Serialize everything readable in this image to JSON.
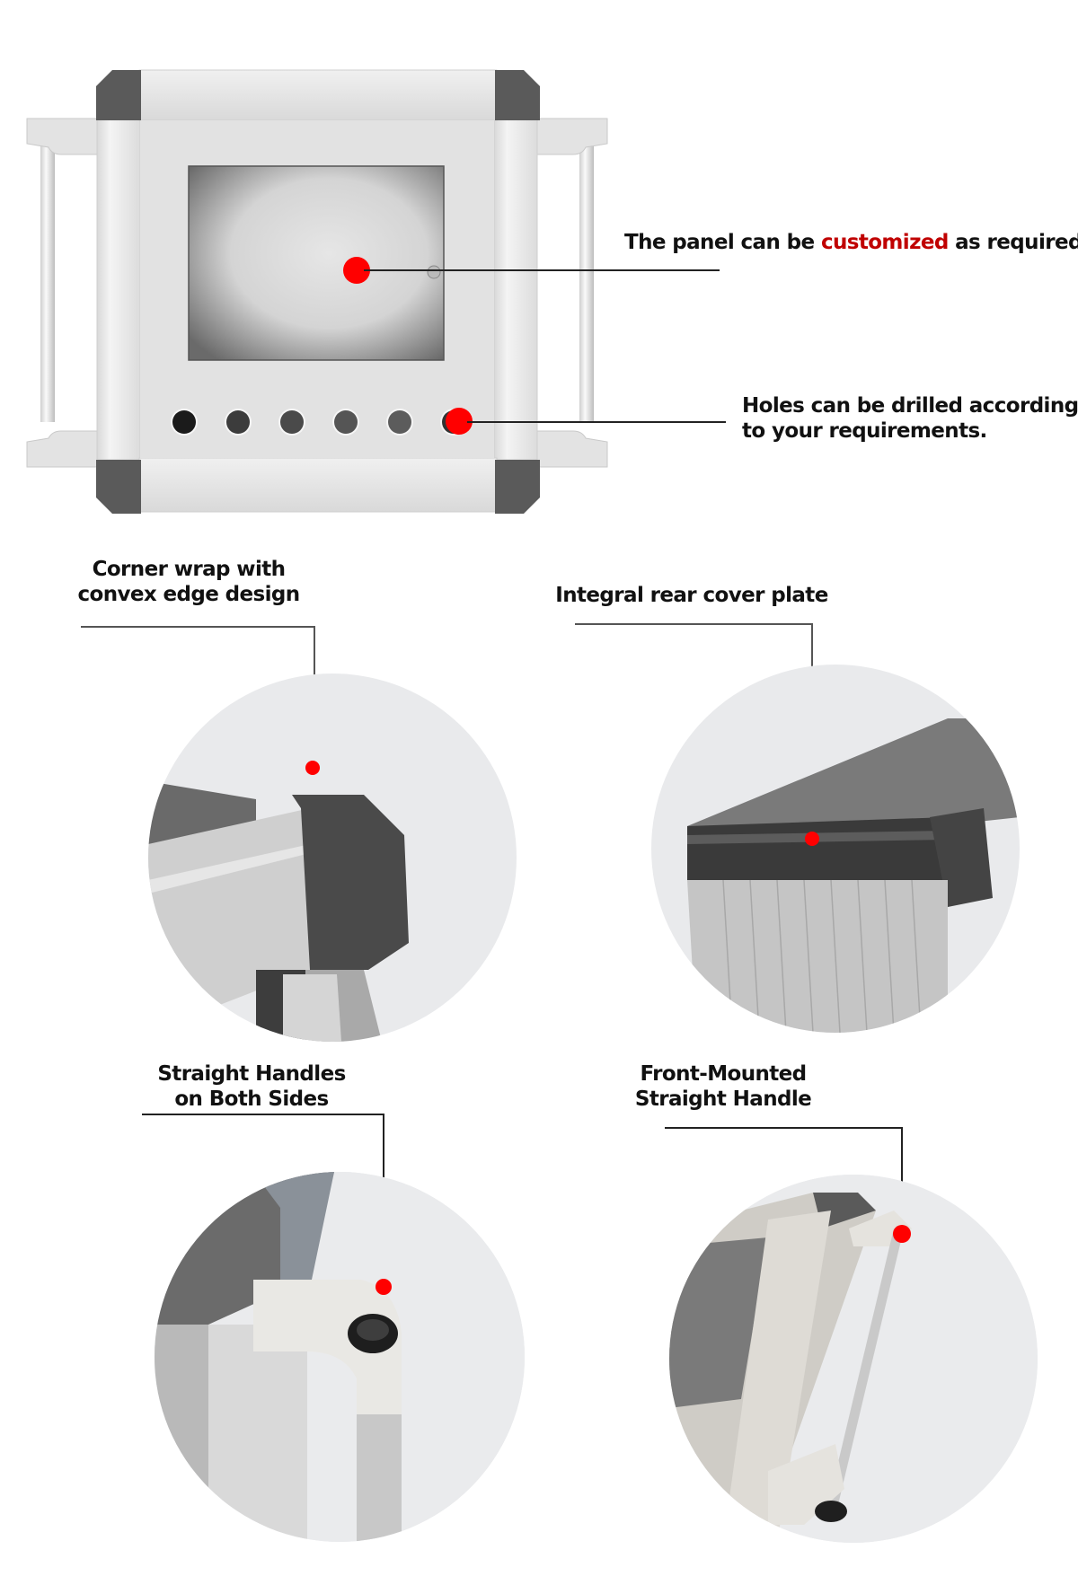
{
  "hero": {
    "callout_panel": {
      "text_before": "The panel can be ",
      "text_highlight": "customized",
      "text_after": " as required."
    },
    "callout_holes": {
      "line1": "Holes can be drilled according",
      "line2": "to your requirements."
    },
    "hole_count": 6
  },
  "details": [
    {
      "id": "corner",
      "line1": "Corner wrap with",
      "line2": "convex edge design"
    },
    {
      "id": "rear",
      "line1": "Integral rear cover plate",
      "line2": ""
    },
    {
      "id": "side-handles",
      "line1": "Straight Handles",
      "line2": "on Both Sides"
    },
    {
      "id": "front-handle",
      "line1": "Front-Mounted",
      "line2": "Straight Handle"
    }
  ],
  "colors": {
    "accent": "#c00000",
    "marker": "#ff0000",
    "cap": "#5a5a5a",
    "aluminum": "#e4e4e4"
  }
}
